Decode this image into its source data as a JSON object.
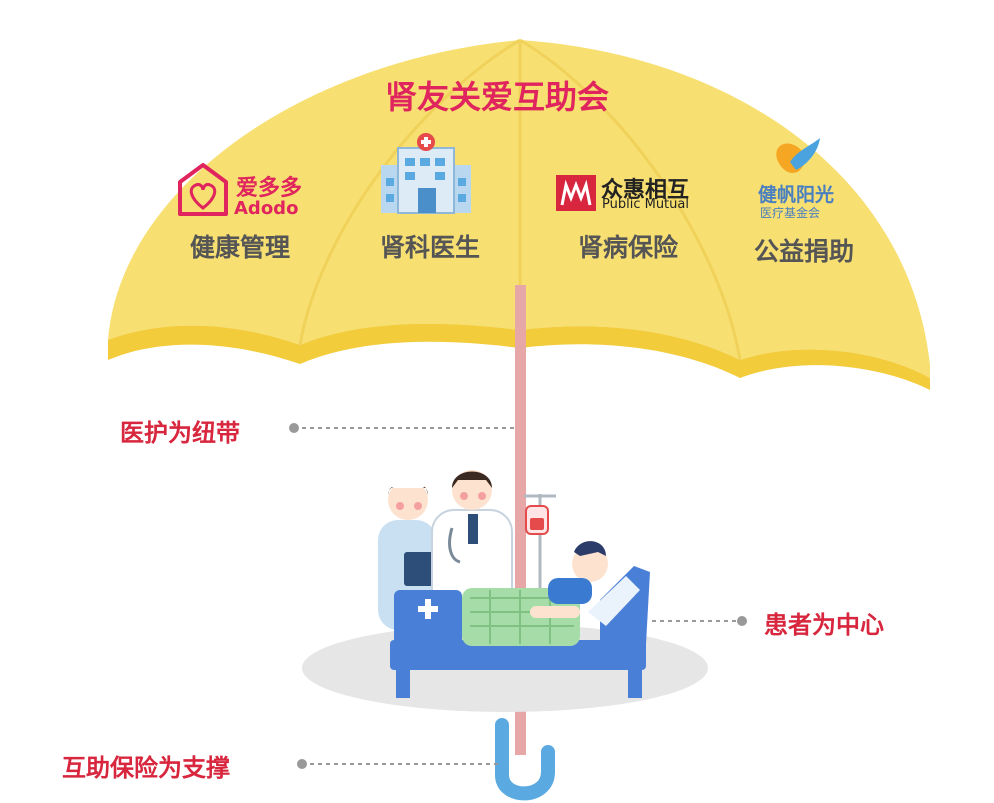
{
  "title": "肾友关爱互助会",
  "colors": {
    "canopy": "#f7df72",
    "canopy_dark": "#f2cc3a",
    "title": "#e0245e",
    "accent": "#d7263d",
    "label_gray": "#555555",
    "handle": "#5aa9e0",
    "shaft": "#e8a7a7",
    "bed": "#4a7fd8"
  },
  "pillars": [
    {
      "name": "健康管理",
      "logo_text": "爱多多",
      "logo_sub": "Adodo",
      "icon": "heart-house-icon"
    },
    {
      "name": "肾科医生",
      "icon": "hospital-icon"
    },
    {
      "name": "肾病保险",
      "logo_text": "众惠相互",
      "logo_sub": "Public Mutual",
      "icon": "public-mutual-logo"
    },
    {
      "name": "公益捐助",
      "logo_text": "健帆阳光",
      "logo_sub": "医疗基金会",
      "icon": "jianfan-logo"
    }
  ],
  "side_labels": {
    "medical": "医护为纽带",
    "patient": "患者为中心",
    "insurance": "互助保险为支撑"
  }
}
